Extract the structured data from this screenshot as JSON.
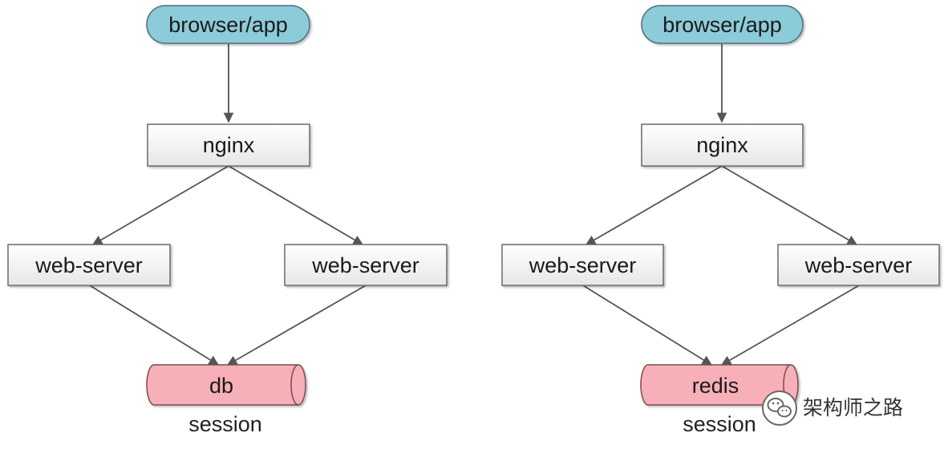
{
  "colors": {
    "client_fill": "#8ccbd9",
    "server_fill": "#f2f2f2",
    "store_fill": "#f8b0b8",
    "edge": "#555555"
  },
  "left": {
    "client": "browser/app",
    "proxy": "nginx",
    "server_a": "web-server",
    "server_b": "web-server",
    "store": "db",
    "caption": "session"
  },
  "right": {
    "client": "browser/app",
    "proxy": "nginx",
    "server_a": "web-server",
    "server_b": "web-server",
    "store": "redis",
    "caption": "session"
  },
  "watermark": {
    "text": "架构师之路",
    "icon": "wechat-icon"
  }
}
